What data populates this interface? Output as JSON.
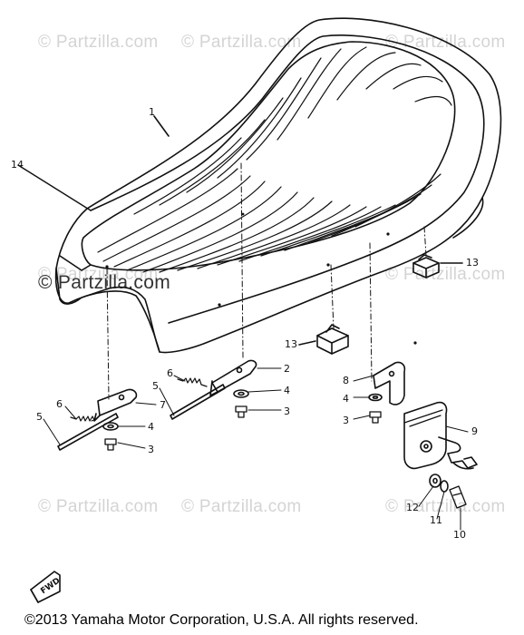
{
  "watermarks": [
    "© Partzilla.com",
    "© Partzilla.com",
    "© Partzilla.com",
    "© Partzilla.com",
    "© Partzilla.com",
    "© Partzilla.com",
    "© Partzilla.com",
    "© Partzilla.com"
  ],
  "center_watermark": "© Partzilla.com",
  "callouts": {
    "seat": "1",
    "seat_line_14": "14",
    "damper_right": "13",
    "damper_center": "13",
    "bracket_center": "2",
    "washer_center": "4",
    "bolt_center": "3",
    "pin_center": "6",
    "shaft_center": "5",
    "bracket_left": "7",
    "washer_left": "4",
    "bolt_left": "3",
    "pin_left": "6",
    "shaft_left": "5",
    "bracket_right": "8",
    "washer_right": "4",
    "bolt_right": "3",
    "lock": "9",
    "washer_12": "12",
    "washer_11": "11",
    "bolt_10": "10"
  },
  "front_marker": "FWD",
  "footer": "©2013  Yamaha Motor Corporation, U.S.A. All rights reserved."
}
